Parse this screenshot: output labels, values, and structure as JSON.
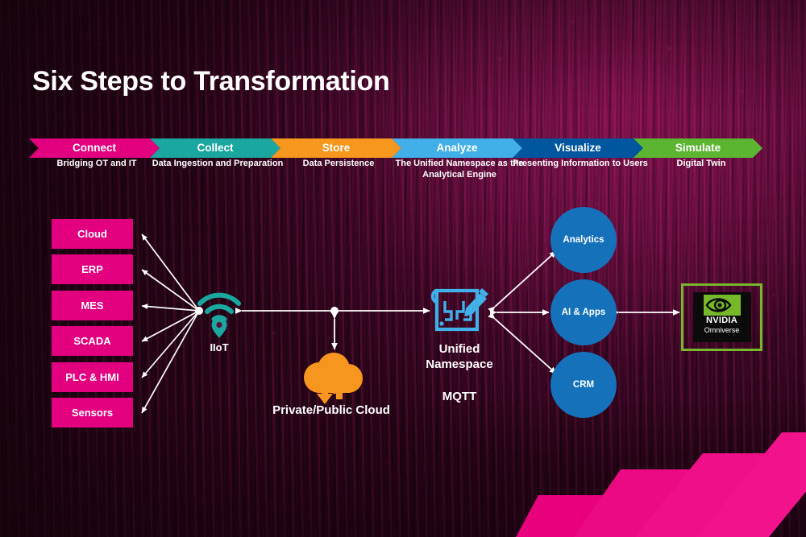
{
  "slide": {
    "title": "Six Steps to Transformation",
    "background_color": "#5b0a3a",
    "accent_pink": "#e2007f"
  },
  "process_bar": {
    "steps": [
      {
        "label": "Connect",
        "sub": "Bridging OT and IT",
        "color": "#e2007f"
      },
      {
        "label": "Collect",
        "sub": "Data Ingestion and\nPreparation",
        "color": "#1aa7a0"
      },
      {
        "label": "Store",
        "sub": "Data Persistence",
        "color": "#f7971d"
      },
      {
        "label": "Analyze",
        "sub": "The Unified Namespace\nas the Analytical Engine",
        "color": "#42b0e8"
      },
      {
        "label": "Visualize",
        "sub": "Presenting Information\nto Users",
        "color": "#00579e"
      },
      {
        "label": "Simulate",
        "sub": "Digital Twin",
        "color": "#5cb531"
      }
    ]
  },
  "sources": {
    "items": [
      {
        "label": "Cloud"
      },
      {
        "label": "ERP"
      },
      {
        "label": "MES"
      },
      {
        "label": "SCADA"
      },
      {
        "label": "PLC & HMI"
      },
      {
        "label": "Sensors"
      }
    ]
  },
  "nodes": {
    "iiot": {
      "label": "IIoT",
      "icon": "wifi-pin-icon",
      "color": "#1aa7a0"
    },
    "cloud": {
      "label": "Private/Public Cloud",
      "icon": "cloud-sync-icon",
      "color": "#f7971d"
    },
    "uns": {
      "label": "Unified\nNamespace",
      "protocol": "MQTT",
      "icon": "blueprint-pencil-icon",
      "color": "#42b0e8"
    }
  },
  "consumers": {
    "items": [
      {
        "label": "Analytics",
        "color": "#1671bb"
      },
      {
        "label": "AI & Apps",
        "color": "#1671bb"
      },
      {
        "label": "CRM",
        "color": "#1671bb"
      }
    ]
  },
  "partner": {
    "brand": "NVIDIA",
    "product": "Omniverse",
    "border_color": "#76b82a",
    "logo_color": "#76b82a"
  }
}
